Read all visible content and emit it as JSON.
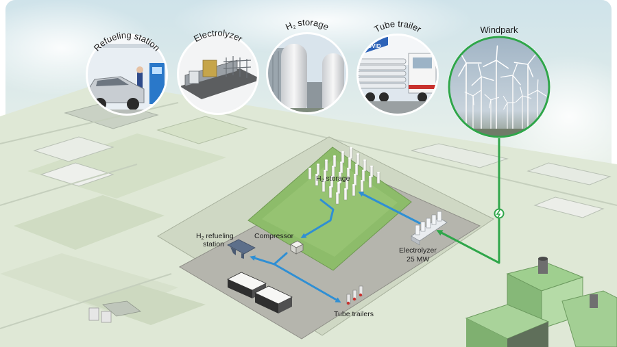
{
  "photos": {
    "refueling": {
      "title": "Refueling station"
    },
    "electrolyzer": {
      "title": "Electrolyzer"
    },
    "storage": {
      "title_main": "H",
      "title_sub": "2",
      "title_rest": " storage"
    },
    "trailer": {
      "title": "Tube trailer",
      "sign": "OVID"
    },
    "windpark": {
      "title": "Windpark"
    }
  },
  "site_labels": {
    "storage": {
      "main": "H",
      "sub": "2",
      "rest": " storage"
    },
    "compressor": "Compressor",
    "refueling": {
      "main": "H",
      "sub": "2",
      "rest": " refueling",
      "line2": "station"
    },
    "electrolyzer": {
      "line1": "Electrolyzer",
      "line2": "25 MW"
    },
    "trailers": "Tube trailers"
  },
  "colors": {
    "hydrogen_flow": "#2f8fd4",
    "power_line": "#2fa64a",
    "windpark_ring": "#2fa64a",
    "site_grass": "#8dbc6a",
    "site_pavement": "#b5b5ad"
  }
}
